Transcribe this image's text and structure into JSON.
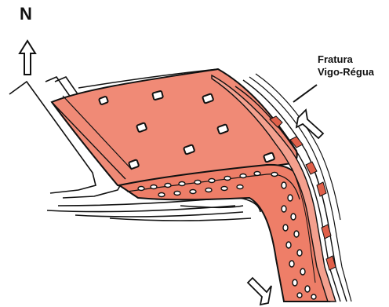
{
  "north_arrow": {
    "letter": "N",
    "icon": "north-arrow-icon"
  },
  "fault": {
    "label_line1": "Fratura",
    "label_line2": "Vigo-Régua"
  },
  "colors": {
    "fold_fill": "#f08a76",
    "fold_fill_light": "#f4a08e",
    "fold_fill_dark": "#e0604a",
    "outline": "#111111",
    "background": "#ffffff"
  },
  "icons": [
    "north-arrow-icon",
    "shear-arrow-icon"
  ]
}
